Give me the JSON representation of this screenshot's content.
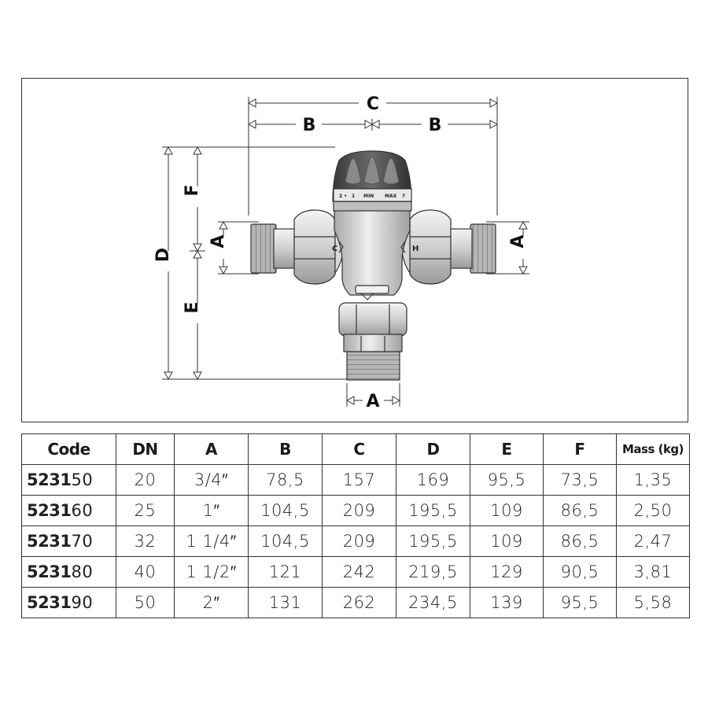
{
  "diagram": {
    "dimension_labels": {
      "c_top": "C",
      "b_left": "B",
      "b_right": "B",
      "d_left": "D",
      "f_left": "F",
      "e_left": "E",
      "a_left": "A",
      "a_right": "A",
      "a_bottom": "A"
    },
    "knob_scale": {
      "s1": "2 •",
      "s2": "1",
      "min": "MIN",
      "max": "MAX",
      "s7": "7"
    },
    "port_labels": {
      "cold": "C",
      "hot": "H"
    }
  },
  "table": {
    "headers": [
      "Code",
      "DN",
      "A",
      "B",
      "C",
      "D",
      "E",
      "F",
      "Mass (kg)"
    ],
    "rows": [
      {
        "code_prefix": "5231",
        "code_suffix": "50",
        "dn": "20",
        "a": "3/4″",
        "b": "78,5",
        "c": "157",
        "d": "169",
        "e": "95,5",
        "f": "73,5",
        "mass": "1,35"
      },
      {
        "code_prefix": "5231",
        "code_suffix": "60",
        "dn": "25",
        "a": "1″",
        "b": "104,5",
        "c": "209",
        "d": "195,5",
        "e": "109",
        "f": "86,5",
        "mass": "2,50"
      },
      {
        "code_prefix": "5231",
        "code_suffix": "70",
        "dn": "32",
        "a": "1 1/4″",
        "b": "104,5",
        "c": "209",
        "d": "195,5",
        "e": "109",
        "f": "86,5",
        "mass": "2,47"
      },
      {
        "code_prefix": "5231",
        "code_suffix": "80",
        "dn": "40",
        "a": "1 1/2″",
        "b": "121",
        "c": "242",
        "d": "219,5",
        "e": "129",
        "f": "90,5",
        "mass": "3,81"
      },
      {
        "code_prefix": "5231",
        "code_suffix": "90",
        "dn": "50",
        "a": "2″",
        "b": "131",
        "c": "262",
        "d": "234,5",
        "e": "139",
        "f": "95,5",
        "mass": "5,58"
      }
    ]
  }
}
